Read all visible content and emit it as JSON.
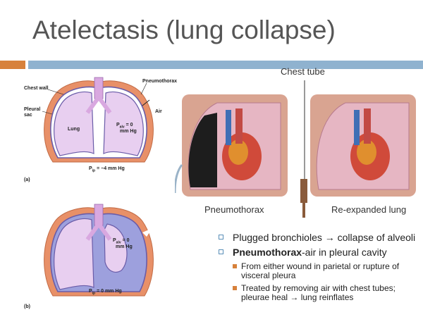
{
  "title": "Atelectasis (lung collapse)",
  "diagram_a": {
    "chest_wall": "Chest wall",
    "pleural_sac_1": "Pleural",
    "pleural_sac_2": "sac",
    "lung": "Lung",
    "pneumothorax": "Pneumothorax",
    "air": "Air",
    "palv_1": "P",
    "palv_sub": "alv",
    "palv_2": " = 0",
    "palv_3": "mm Hg",
    "pip_1": "P",
    "pip_sub": "ip",
    "pip_2": " = −4 mm Hg",
    "tag": "(a)"
  },
  "diagram_b": {
    "palv_1": "P",
    "palv_sub": "alv",
    "palv_2": " = 0",
    "palv_3": "mm Hg",
    "pip_1": "P",
    "pip_sub": "ip",
    "pip_2": " = 0 mm Hg",
    "tag": "(b)"
  },
  "photo": {
    "chest_tube": "Chest tube",
    "left_caption": "Pneumothorax",
    "right_caption": "Re-expanded lung"
  },
  "bullets": {
    "b1": "Plugged bronchioles → collapse of alveoli",
    "b2_bold": "Pneumothorax",
    "b2_rest": "-air in pleural cavity",
    "sub1": "From either wound in parietal or rupture of visceral pleura",
    "sub2": "Treated by removing air with chest tubes; pleurae heal → lung reinflates"
  },
  "colors": {
    "orange": "#d7813b",
    "blue_bar": "#8fb2cf",
    "lung_fill": "#e8cff0",
    "pleura_outline": "#6a5ca8",
    "wall": "#e89068",
    "collapsed_space": "#9da0dd"
  }
}
